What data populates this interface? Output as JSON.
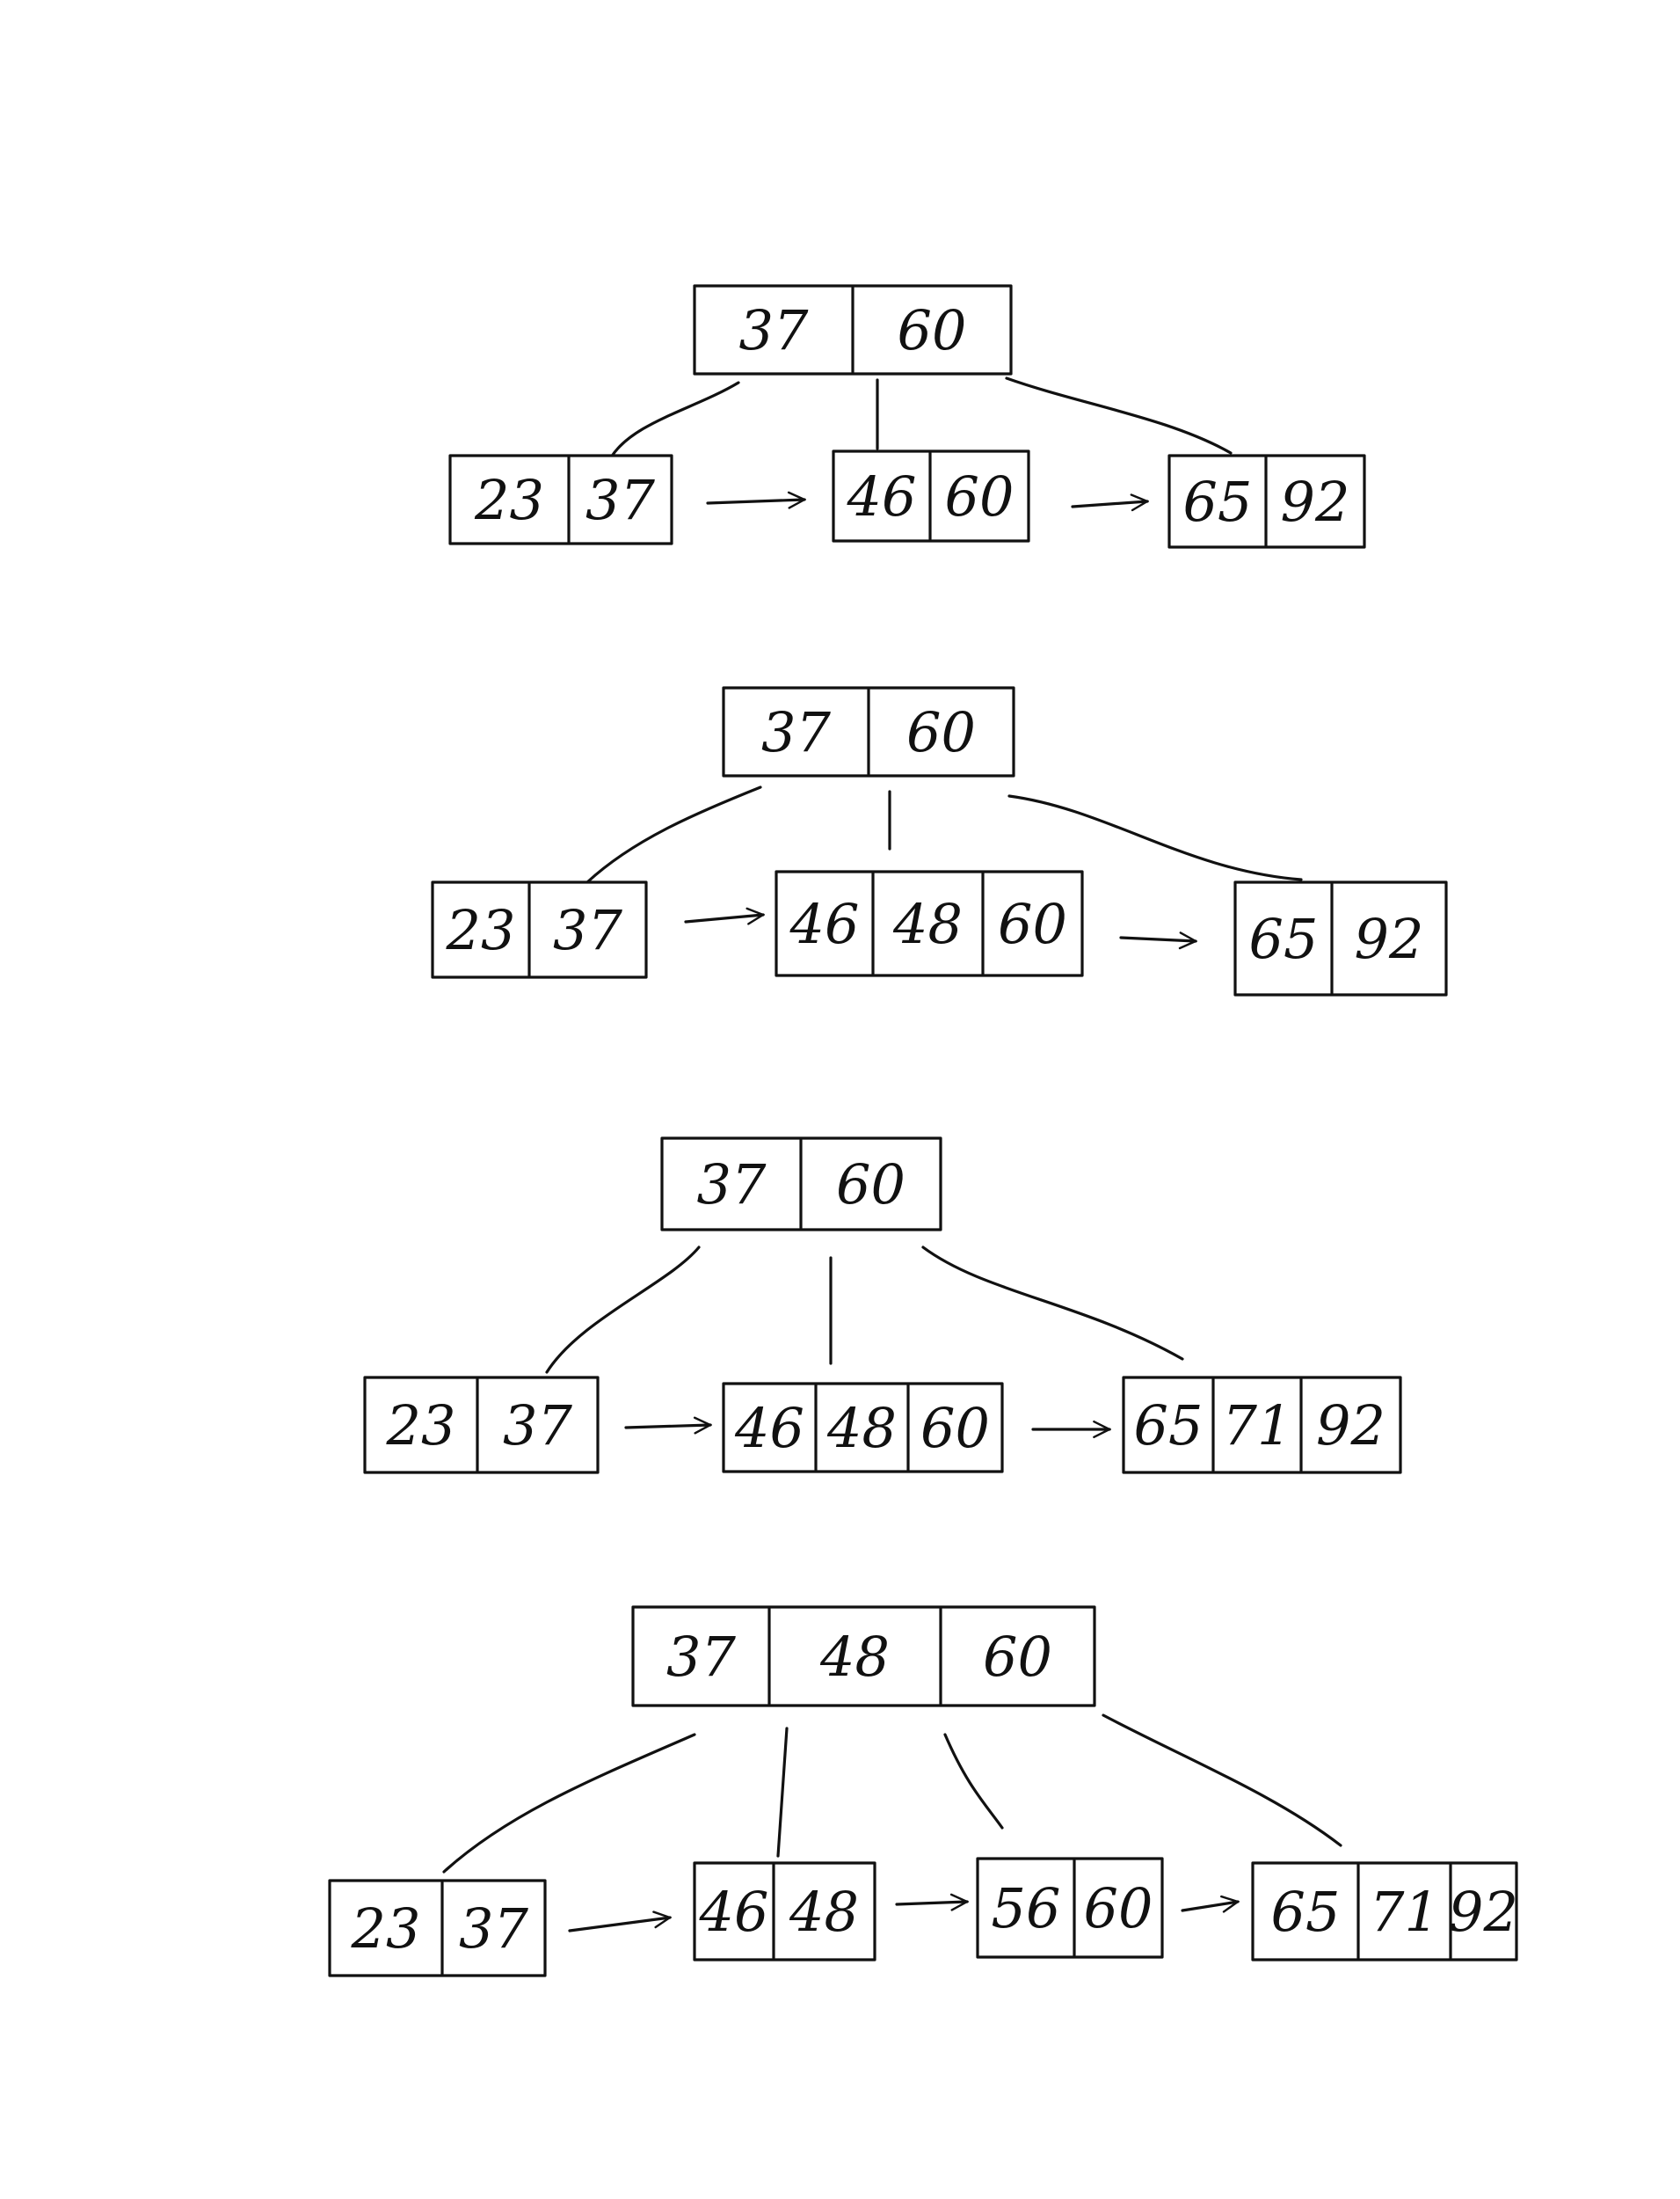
{
  "stages": [
    {
      "root": [
        "37",
        "60"
      ],
      "leaves": [
        [
          "23",
          "37"
        ],
        [
          "46",
          "60"
        ],
        [
          "65",
          "92"
        ]
      ]
    },
    {
      "root": [
        "37",
        "60"
      ],
      "leaves": [
        [
          "23",
          "37"
        ],
        [
          "46",
          "48",
          "60"
        ],
        [
          "65",
          "92"
        ]
      ]
    },
    {
      "root": [
        "37",
        "60"
      ],
      "leaves": [
        [
          "23",
          "37"
        ],
        [
          "46",
          "48",
          "60"
        ],
        [
          "65",
          "71",
          "92"
        ]
      ]
    },
    {
      "root": [
        "37",
        "48",
        "60"
      ],
      "leaves": [
        [
          "23",
          "37"
        ],
        [
          "46",
          "48"
        ],
        [
          "56",
          "60"
        ],
        [
          "65",
          "71",
          "92"
        ]
      ]
    }
  ]
}
